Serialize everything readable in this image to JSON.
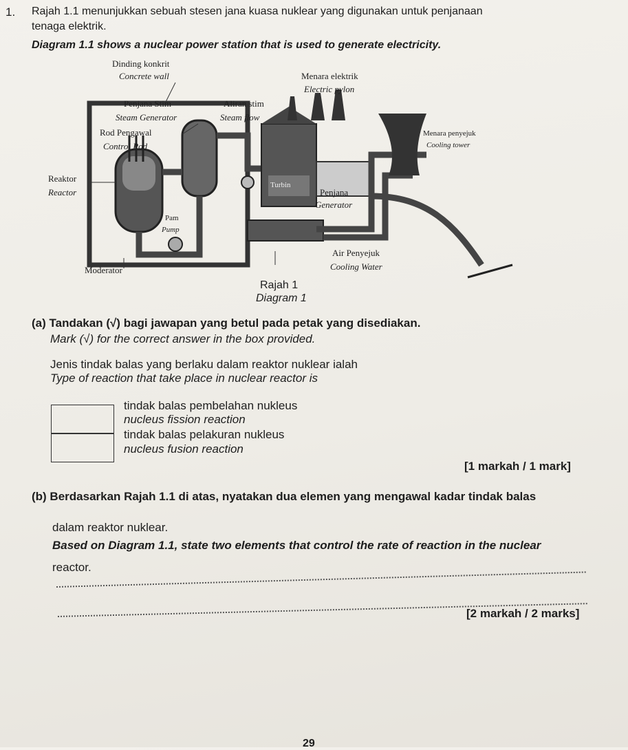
{
  "question": {
    "number": "1.",
    "intro_ms_line1": "Rajah 1.1 menunjukkan sebuah stesen jana kuasa nuklear yang digunakan untuk penjanaan",
    "intro_ms_line2": "tenaga elektrik.",
    "intro_en": "Diagram 1.1 shows a nuclear power station that is used to generate electricity."
  },
  "diagram": {
    "labels": {
      "dinding_ms": "Dinding konkrit",
      "dinding_en": "Concrete wall",
      "menara_ms": "Menara elektrik",
      "menara_en": "Electric pylon",
      "penjana_stim_ms": "Penjana Stim",
      "penjana_stim_en": "Steam Generator",
      "aliran_ms": "Aliran stim",
      "aliran_en": "Steam flow",
      "rod_ms": "Rod Pengawal",
      "rod_en": "Control Rod",
      "penyejuk_ms": "Menara penyejuk",
      "penyejuk_en": "Cooling tower",
      "reaktor_ms": "Reaktor",
      "reaktor_en": "Reactor",
      "turbin": "Turbin",
      "penjana_ms": "Penjana",
      "penjana_en": "Generator",
      "pam_ms": "Pam",
      "pam_en": "Pump",
      "air_ms": "Air Penyejuk",
      "air_en": "Cooling Water",
      "moderator": "Moderator"
    },
    "caption_ms": "Rajah 1",
    "caption_en": "Diagram 1"
  },
  "part_a": {
    "instr_ms": "(a) Tandakan (√) bagi jawapan yang betul pada petak yang disediakan.",
    "instr_en": "Mark (√) for the correct answer in the box provided.",
    "q_ms": "Jenis tindak balas yang berlaku dalam reaktor nuklear ialah",
    "q_en": "Type of reaction that take place in nuclear reactor is",
    "options": [
      {
        "ms": "tindak balas pembelahan nukleus",
        "en": "nucleus fission reaction"
      },
      {
        "ms": "tindak balas pelakuran nukleus",
        "en": "nucleus fusion reaction"
      }
    ],
    "marks": "[1 markah / 1 mark]"
  },
  "part_b": {
    "q_ms_line1": "(b) Berdasarkan Rajah 1.1 di atas, nyatakan dua elemen yang mengawal kadar tindak balas",
    "q_ms_line2": "dalam reaktor nuklear.",
    "q_en_line1": "Based on Diagram 1.1, state two elements that control the rate of reaction in the nuclear",
    "q_en_line2": "reactor.",
    "marks": "[2 markah / 2 marks]"
  },
  "page_number": "29"
}
